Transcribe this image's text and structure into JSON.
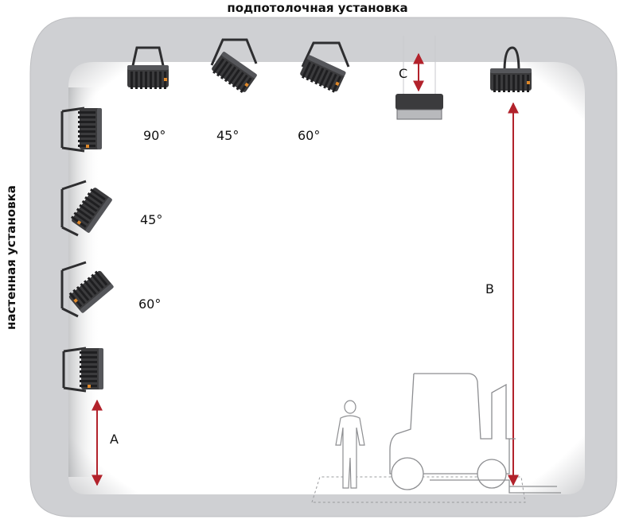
{
  "titles": {
    "ceiling": "подпотолочная установка",
    "wall": "настенная установка"
  },
  "ceiling_angles": [
    "90°",
    "45°",
    "60°"
  ],
  "wall_angles": [
    "45°",
    "60°"
  ],
  "dimensions": {
    "a": "A",
    "b": "B",
    "c": "C"
  },
  "colors": {
    "room": "#d2d3d5",
    "room_inner_shadow": "#8e9093",
    "fixture": "#3c3c3e",
    "arrow": "#b2222b"
  }
}
